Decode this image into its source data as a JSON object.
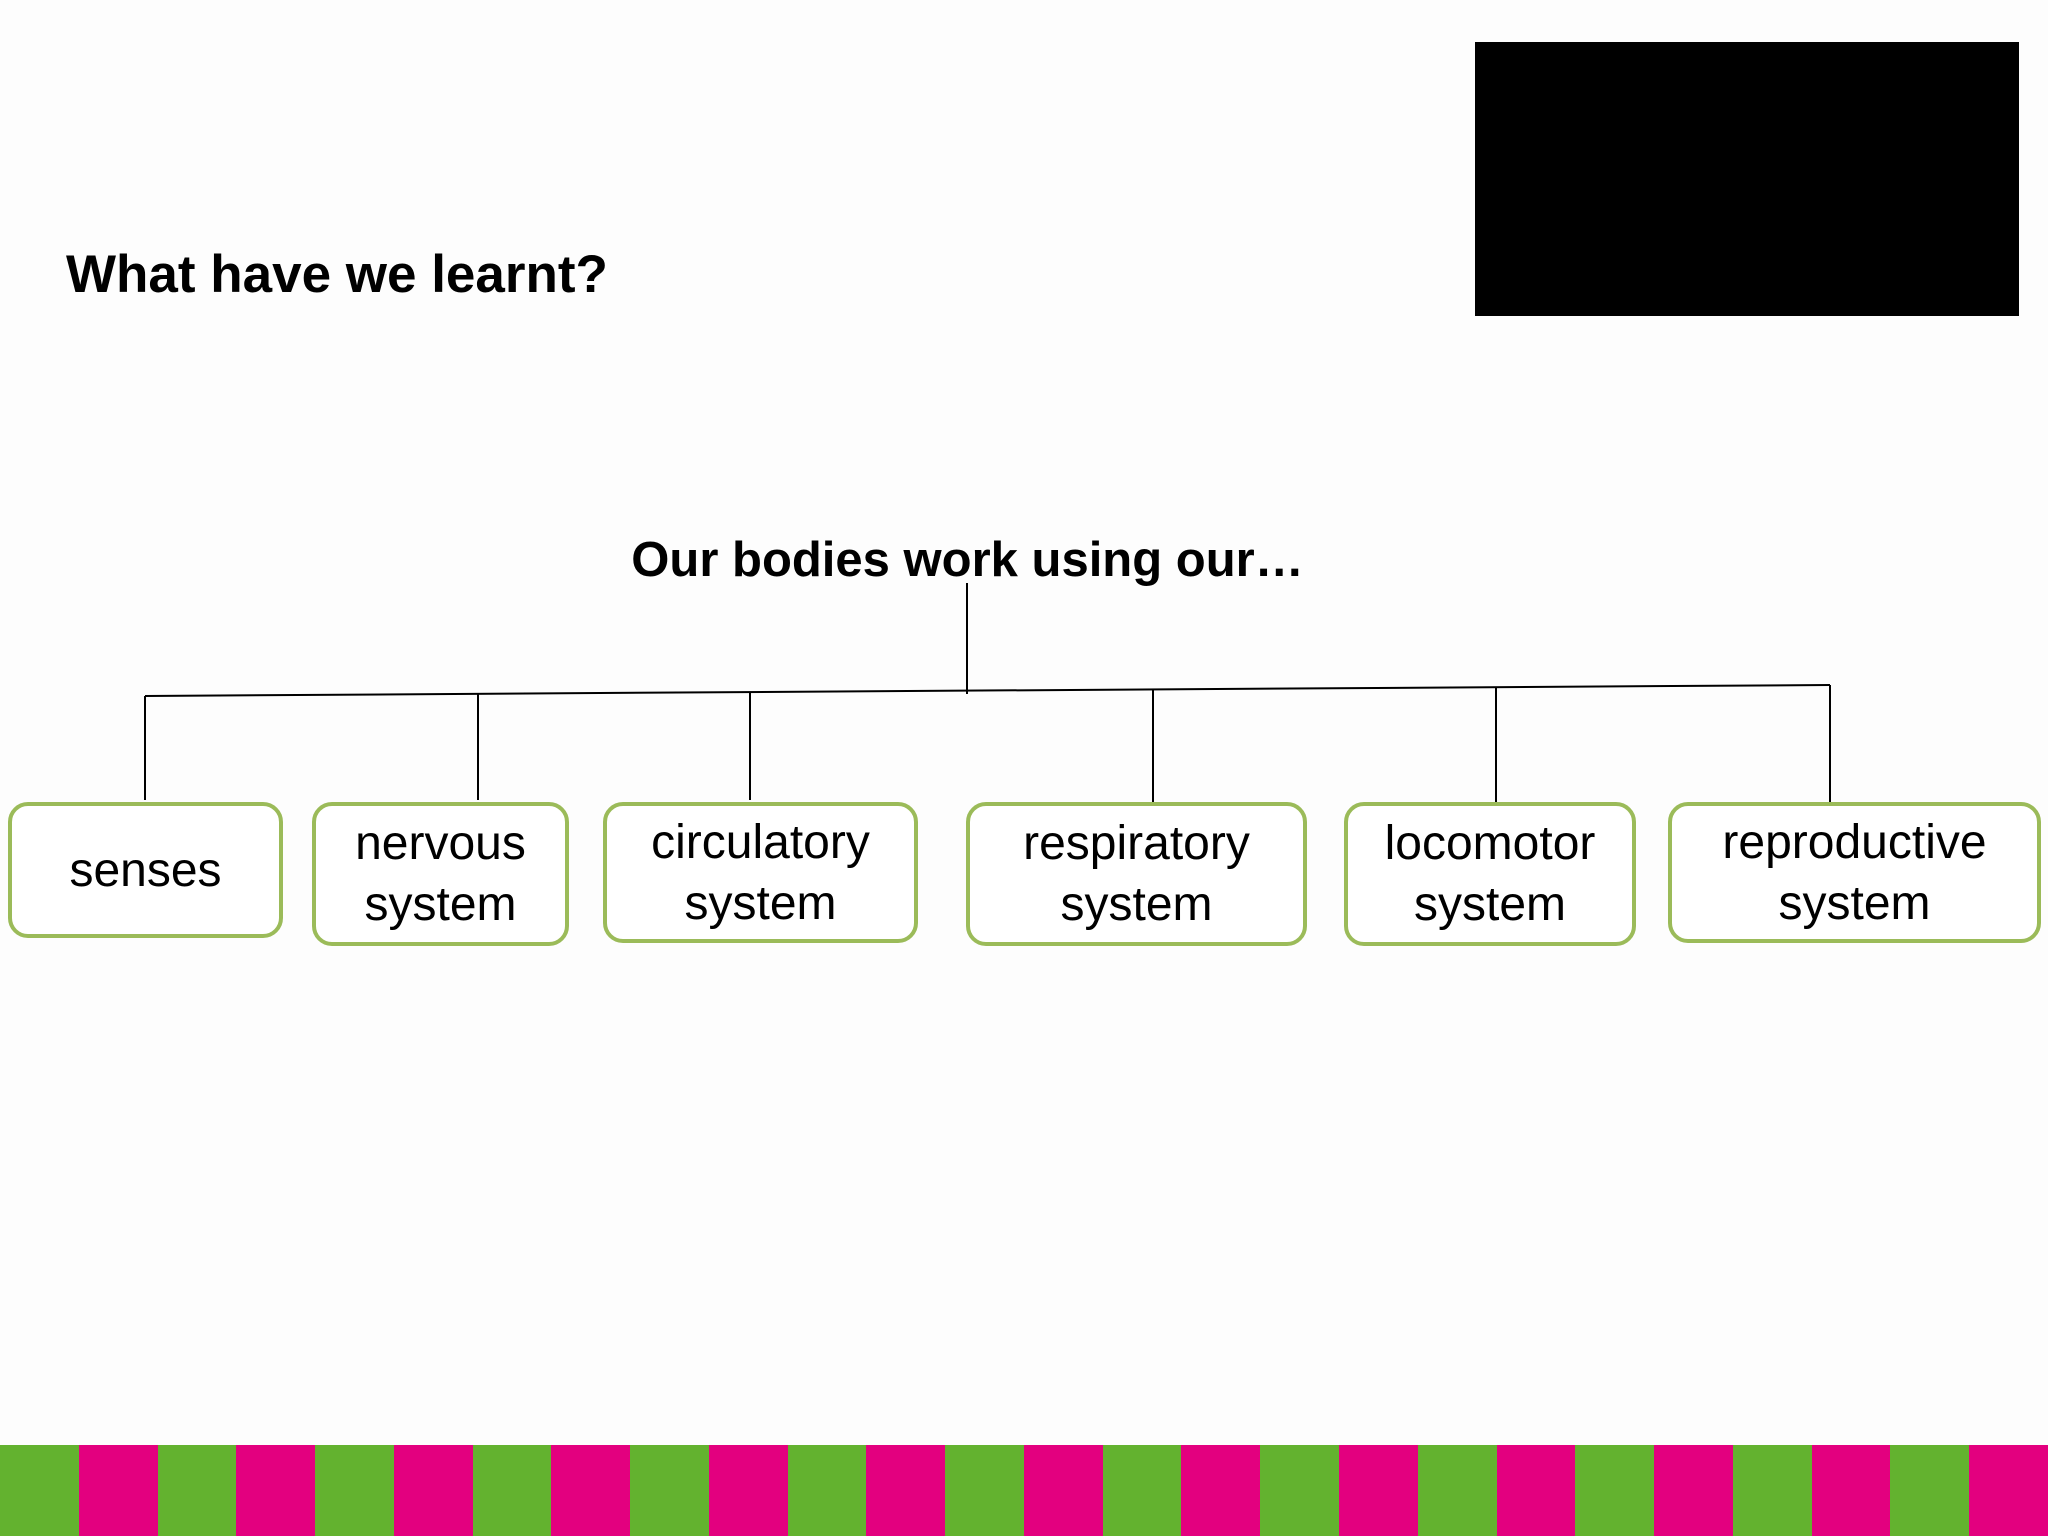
{
  "slide": {
    "title": "What have we learnt?"
  },
  "diagram": {
    "root": "Our bodies work using our…",
    "nodes": [
      {
        "id": "senses",
        "label": "senses"
      },
      {
        "id": "nervous",
        "label": "nervous system"
      },
      {
        "id": "circulatory",
        "label": "circulatory system"
      },
      {
        "id": "respiratory",
        "label": "respiratory system"
      },
      {
        "id": "locomotor",
        "label": "locomotor system"
      },
      {
        "id": "reproductive",
        "label": "reproductive system"
      }
    ],
    "node_border_color": "#9bbb59",
    "connector_color": "#000000"
  },
  "footer": {
    "stripe_colors": [
      "#63b22f",
      "#e3007f"
    ],
    "stripe_count": 26
  }
}
